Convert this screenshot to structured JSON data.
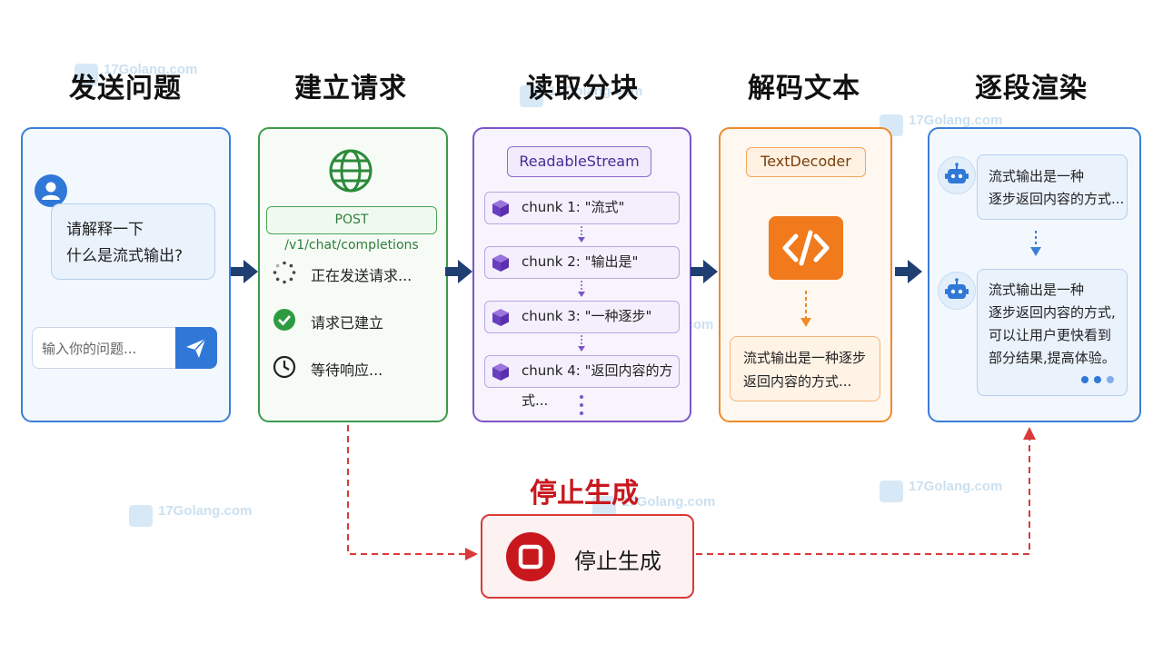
{
  "stages": {
    "send": "发送问题",
    "request": "建立请求",
    "read": "读取分块",
    "decode": "解码文本",
    "render": "逐段渲染"
  },
  "send_card": {
    "question_line1": "请解释一下",
    "question_line2": "什么是流式输出?",
    "input_placeholder": "输入你的问题...",
    "avatar_icon": "user-icon",
    "send_icon": "paper-plane-icon"
  },
  "request_card": {
    "icon": "globe-icon",
    "endpoint": "POST /v1/chat/completions",
    "statuses": [
      {
        "icon": "loading-spinner-icon",
        "text": "正在发送请求..."
      },
      {
        "icon": "check-circle-icon",
        "text": "请求已建立"
      },
      {
        "icon": "clock-icon",
        "text": "等待响应..."
      }
    ]
  },
  "read_card": {
    "stream_label": "ReadableStream",
    "chunks": [
      "chunk 1: \"流式\"",
      "chunk 2: \"输出是\"",
      "chunk 3: \"一种逐步\"",
      "chunk 4: \"返回内容的方式..."
    ]
  },
  "decode_card": {
    "decoder_label": "TextDecoder",
    "icon": "code-icon",
    "decoded_line1": "流式输出是一种逐步",
    "decoded_line2": "返回内容的方式..."
  },
  "render_card": {
    "partial_line1": "流式输出是一种",
    "partial_line2": "逐步返回内容的方式...",
    "full_line1": "流式输出是一种",
    "full_line2": "逐步返回内容的方式,",
    "full_line3": "可以让用户更快看到",
    "full_line4": "部分结果,提高体验。",
    "bot_icon": "robot-icon"
  },
  "stop": {
    "title": "停止生成",
    "button_label": "停止生成",
    "icon": "stop-icon"
  },
  "watermark": {
    "text": "17Golang.com"
  },
  "colors": {
    "blue": "#3b7ed6",
    "green": "#3d9a4a",
    "purple": "#7b55c7",
    "orange": "#f08a2a",
    "red": "#d93a3a",
    "arrow": "#1f3f73"
  }
}
